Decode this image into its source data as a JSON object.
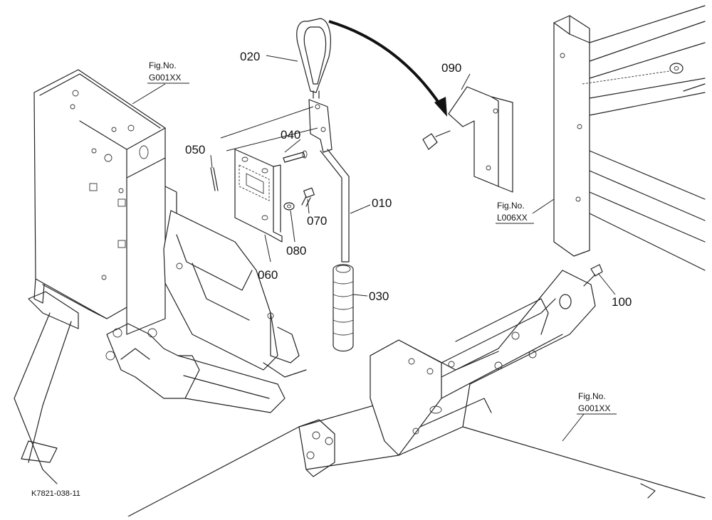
{
  "parts": [
    {
      "id": "p010",
      "label": "010"
    },
    {
      "id": "p020",
      "label": "020"
    },
    {
      "id": "p030",
      "label": "030"
    },
    {
      "id": "p040",
      "label": "040"
    },
    {
      "id": "p050",
      "label": "050"
    },
    {
      "id": "p060",
      "label": "060"
    },
    {
      "id": "p070",
      "label": "070"
    },
    {
      "id": "p080",
      "label": "080"
    },
    {
      "id": "p090",
      "label": "090"
    },
    {
      "id": "p100",
      "label": "100"
    }
  ],
  "figure_refs": {
    "ref_left": {
      "label": "Fig.No.",
      "code": "G001XX"
    },
    "ref_right": {
      "label": "Fig.No.",
      "code": "L006XX"
    },
    "ref_bottom": {
      "label": "Fig.No.",
      "code": "G001XX"
    }
  },
  "drawing_id": "K7821-038-11"
}
